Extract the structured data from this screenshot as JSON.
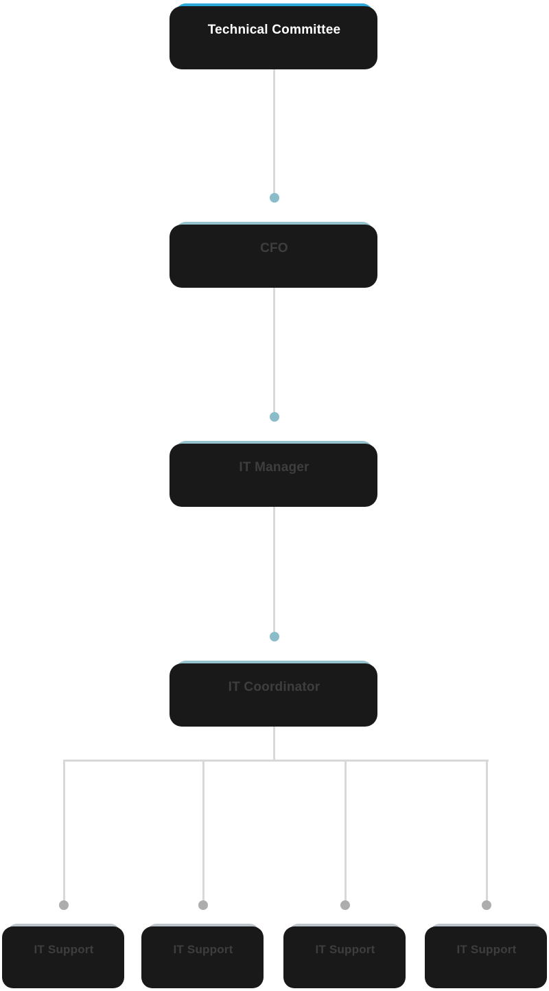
{
  "diagram": {
    "type": "org-chart",
    "nodes": [
      {
        "id": "technical-committee",
        "label": "Technical Committee",
        "style": "blue",
        "reports_to": null
      },
      {
        "id": "cfo",
        "label": "CFO",
        "style": "teal",
        "reports_to": "technical-committee"
      },
      {
        "id": "it-manager",
        "label": "IT Manager",
        "style": "teal",
        "reports_to": "cfo"
      },
      {
        "id": "it-coordinator",
        "label": "IT Coordinator",
        "style": "teal",
        "reports_to": "it-manager"
      },
      {
        "id": "it-support-1",
        "label": "IT Support",
        "style": "gray",
        "reports_to": "it-coordinator"
      },
      {
        "id": "it-support-2",
        "label": "IT Support",
        "style": "gray",
        "reports_to": "it-coordinator"
      },
      {
        "id": "it-support-3",
        "label": "IT Support",
        "style": "gray",
        "reports_to": "it-coordinator"
      },
      {
        "id": "it-support-4",
        "label": "IT Support",
        "style": "gray",
        "reports_to": "it-coordinator"
      }
    ],
    "colors": {
      "node-blue": "#2CA8DB",
      "node-blue-edge": "#1B7FAF",
      "node-teal": "#96C2CE",
      "node-teal-edge": "#4E98A8",
      "node-gray": "#BEC4CC",
      "node-gray-edge": "#A2ABB3",
      "shadow": "#191919",
      "connector": "#D8D8D8",
      "dot-teal": "#8BBCCA",
      "dot-gray": "#ADADAD",
      "text-dark": "#3E3E3E",
      "text-light": "#FFFFFF"
    }
  }
}
